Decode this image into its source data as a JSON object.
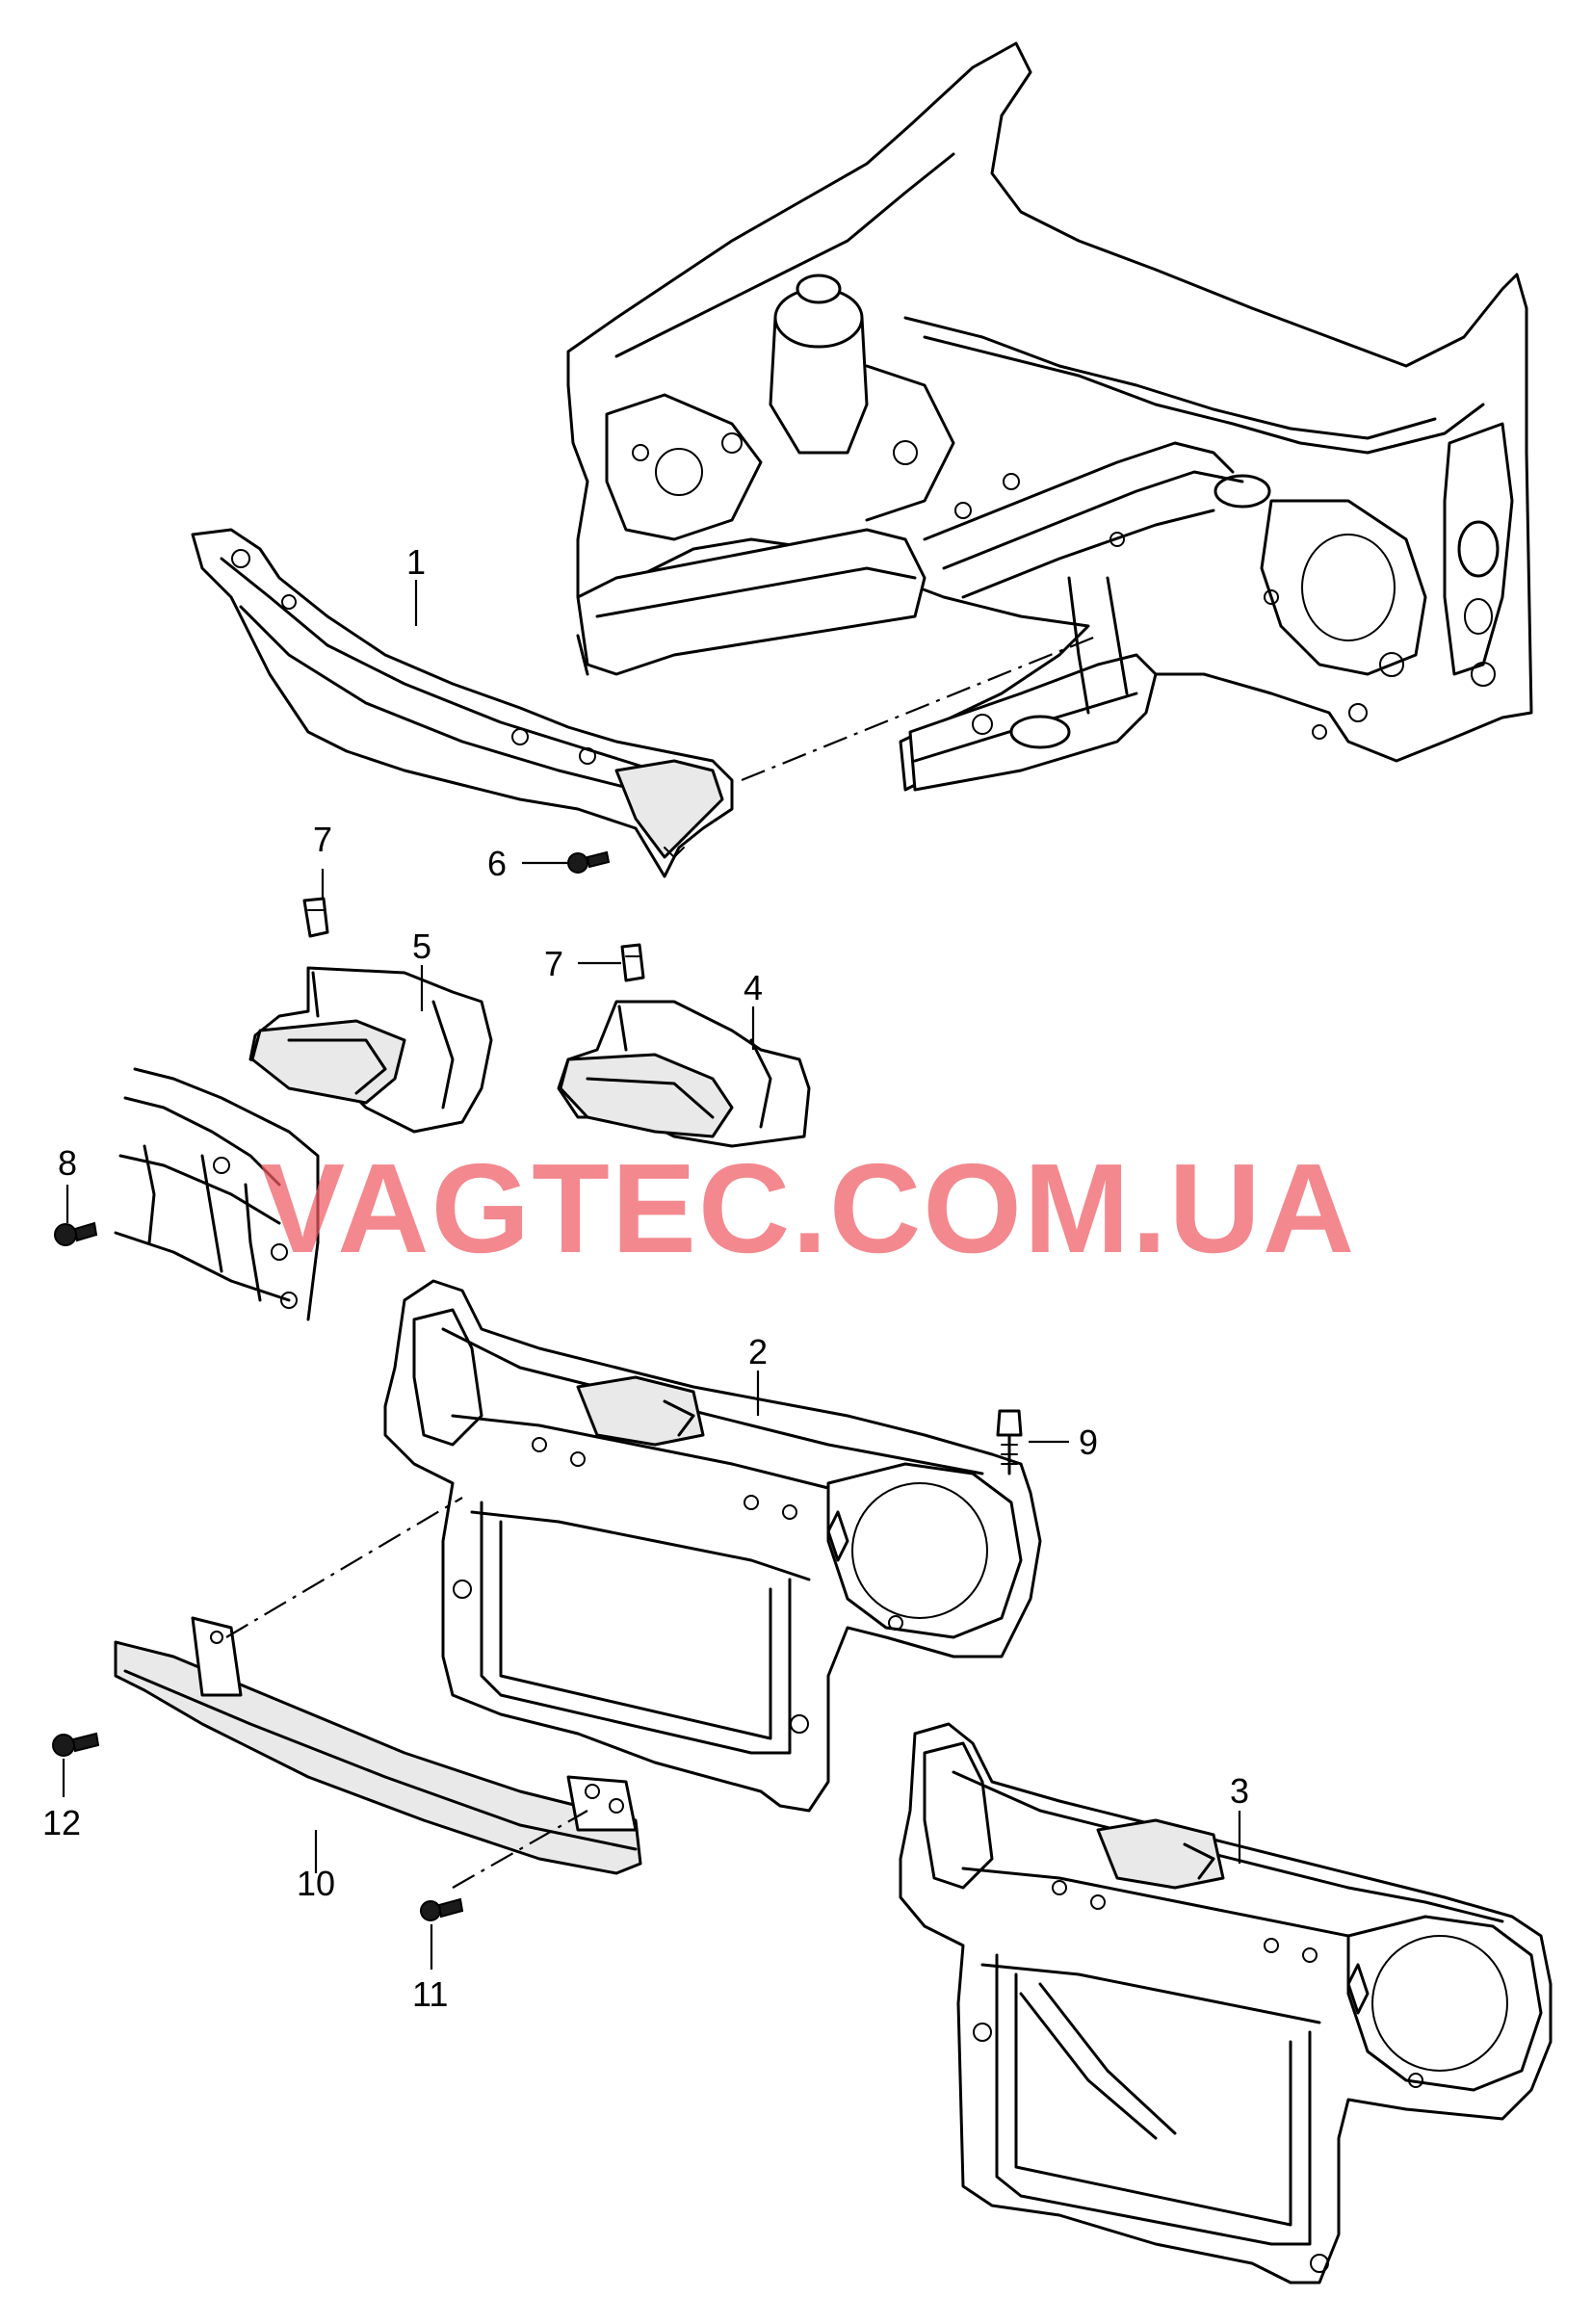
{
  "watermark": {
    "text": "VAGTEC.COM.UA",
    "color": "#ef5a63"
  },
  "callouts": [
    {
      "id": "1",
      "text": "1",
      "part": "cross-member-upper"
    },
    {
      "id": "2",
      "text": "2",
      "part": "front-carrier-lock-carrier"
    },
    {
      "id": "3",
      "text": "3",
      "part": "front-carrier-lock-carrier-variant"
    },
    {
      "id": "4",
      "text": "4",
      "part": "air-duct-right"
    },
    {
      "id": "5",
      "text": "5",
      "part": "air-duct-left"
    },
    {
      "id": "6",
      "text": "6",
      "part": "bolt"
    },
    {
      "id": "7a",
      "text": "7",
      "part": "clip"
    },
    {
      "id": "7b",
      "text": "7",
      "part": "clip"
    },
    {
      "id": "8",
      "text": "8",
      "part": "screw"
    },
    {
      "id": "9",
      "text": "9",
      "part": "bolt"
    },
    {
      "id": "10",
      "text": "10",
      "part": "bumper-reinforcement-bar"
    },
    {
      "id": "11",
      "text": "11",
      "part": "screw"
    },
    {
      "id": "12",
      "text": "12",
      "part": "screw"
    }
  ]
}
